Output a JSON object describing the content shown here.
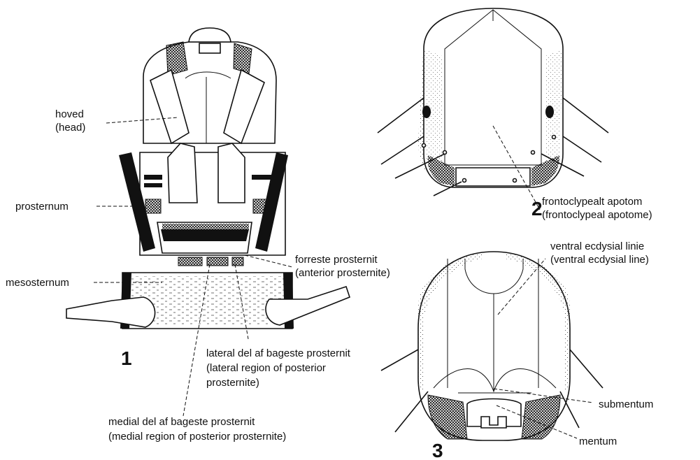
{
  "figures": [
    {
      "number": "1"
    },
    {
      "number": "2"
    },
    {
      "number": "3"
    }
  ],
  "labels": {
    "head": [
      "hoved",
      "(head)"
    ],
    "prosternum": [
      "prosternum"
    ],
    "mesosternum": [
      "mesosternum"
    ],
    "anterior_prosternite": [
      "forreste prosternit",
      "(anterior prosternite)"
    ],
    "lateral_posterior": [
      "lateral del af bageste prosternit",
      "(lateral region of posterior",
      "prosternite)"
    ],
    "medial_posterior": [
      "medial del af bageste prosternit",
      "(medial region of posterior prosternite)"
    ],
    "frontoclypeal": [
      "frontoclypealt apotom",
      "(frontoclypeal apotome)"
    ],
    "ventral_ecdysial": [
      "ventral ecdysial linie",
      "(ventral ecdysial line)"
    ],
    "submentum": [
      "submentum"
    ],
    "mentum": [
      "mentum"
    ]
  }
}
